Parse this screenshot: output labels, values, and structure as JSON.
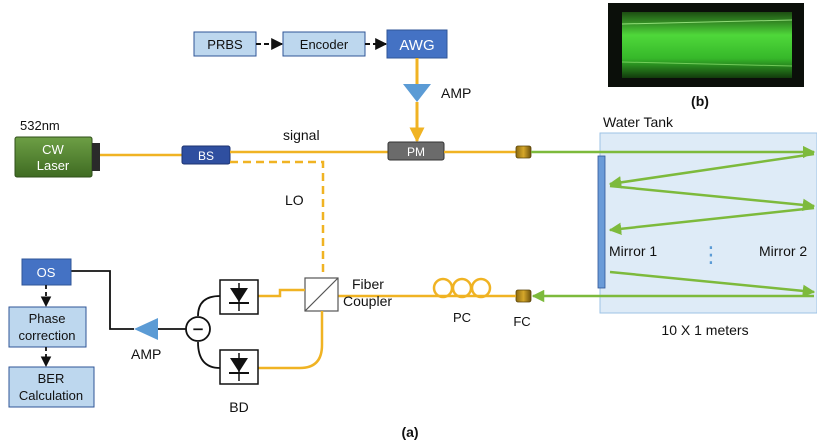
{
  "figure": {
    "panel_a_label": "(a)",
    "panel_b_label": "(b)",
    "colors": {
      "fiber": "#f0b323",
      "beam": "#7dba3c",
      "box_fill": "#bdd7ee",
      "box_stroke": "#2f5597",
      "awg_fill": "#4472c4",
      "amp_fill": "#5b9bd5",
      "laser_fill": "#548235",
      "tank_fill": "#deebf7",
      "mirror_fill": "#6a9bd8"
    }
  },
  "modulation": {
    "prbs": "PRBS",
    "encoder": "Encoder",
    "awg": "AWG",
    "amp": "AMP"
  },
  "transmitter": {
    "wavelength": "532nm",
    "laser_line1": "CW",
    "laser_line2": "Laser",
    "bs": "BS",
    "signal": "signal",
    "pm": "PM",
    "lo": "LO"
  },
  "tank": {
    "title": "Water Tank",
    "mirror1": "Mirror 1",
    "mirror2": "Mirror 2",
    "size": "10 X 1 meters",
    "ellipsis": "⋮"
  },
  "receiver": {
    "fc": "FC",
    "pc": "PC",
    "coupler_line1": "Fiber",
    "coupler_line2": "Coupler",
    "bd": "BD",
    "amp": "AMP",
    "subtract": "−"
  },
  "dsp": {
    "os": "OS",
    "phase_line1": "Phase",
    "phase_line2": "correction",
    "ber_line1": "BER",
    "ber_line2": "Calculation"
  }
}
